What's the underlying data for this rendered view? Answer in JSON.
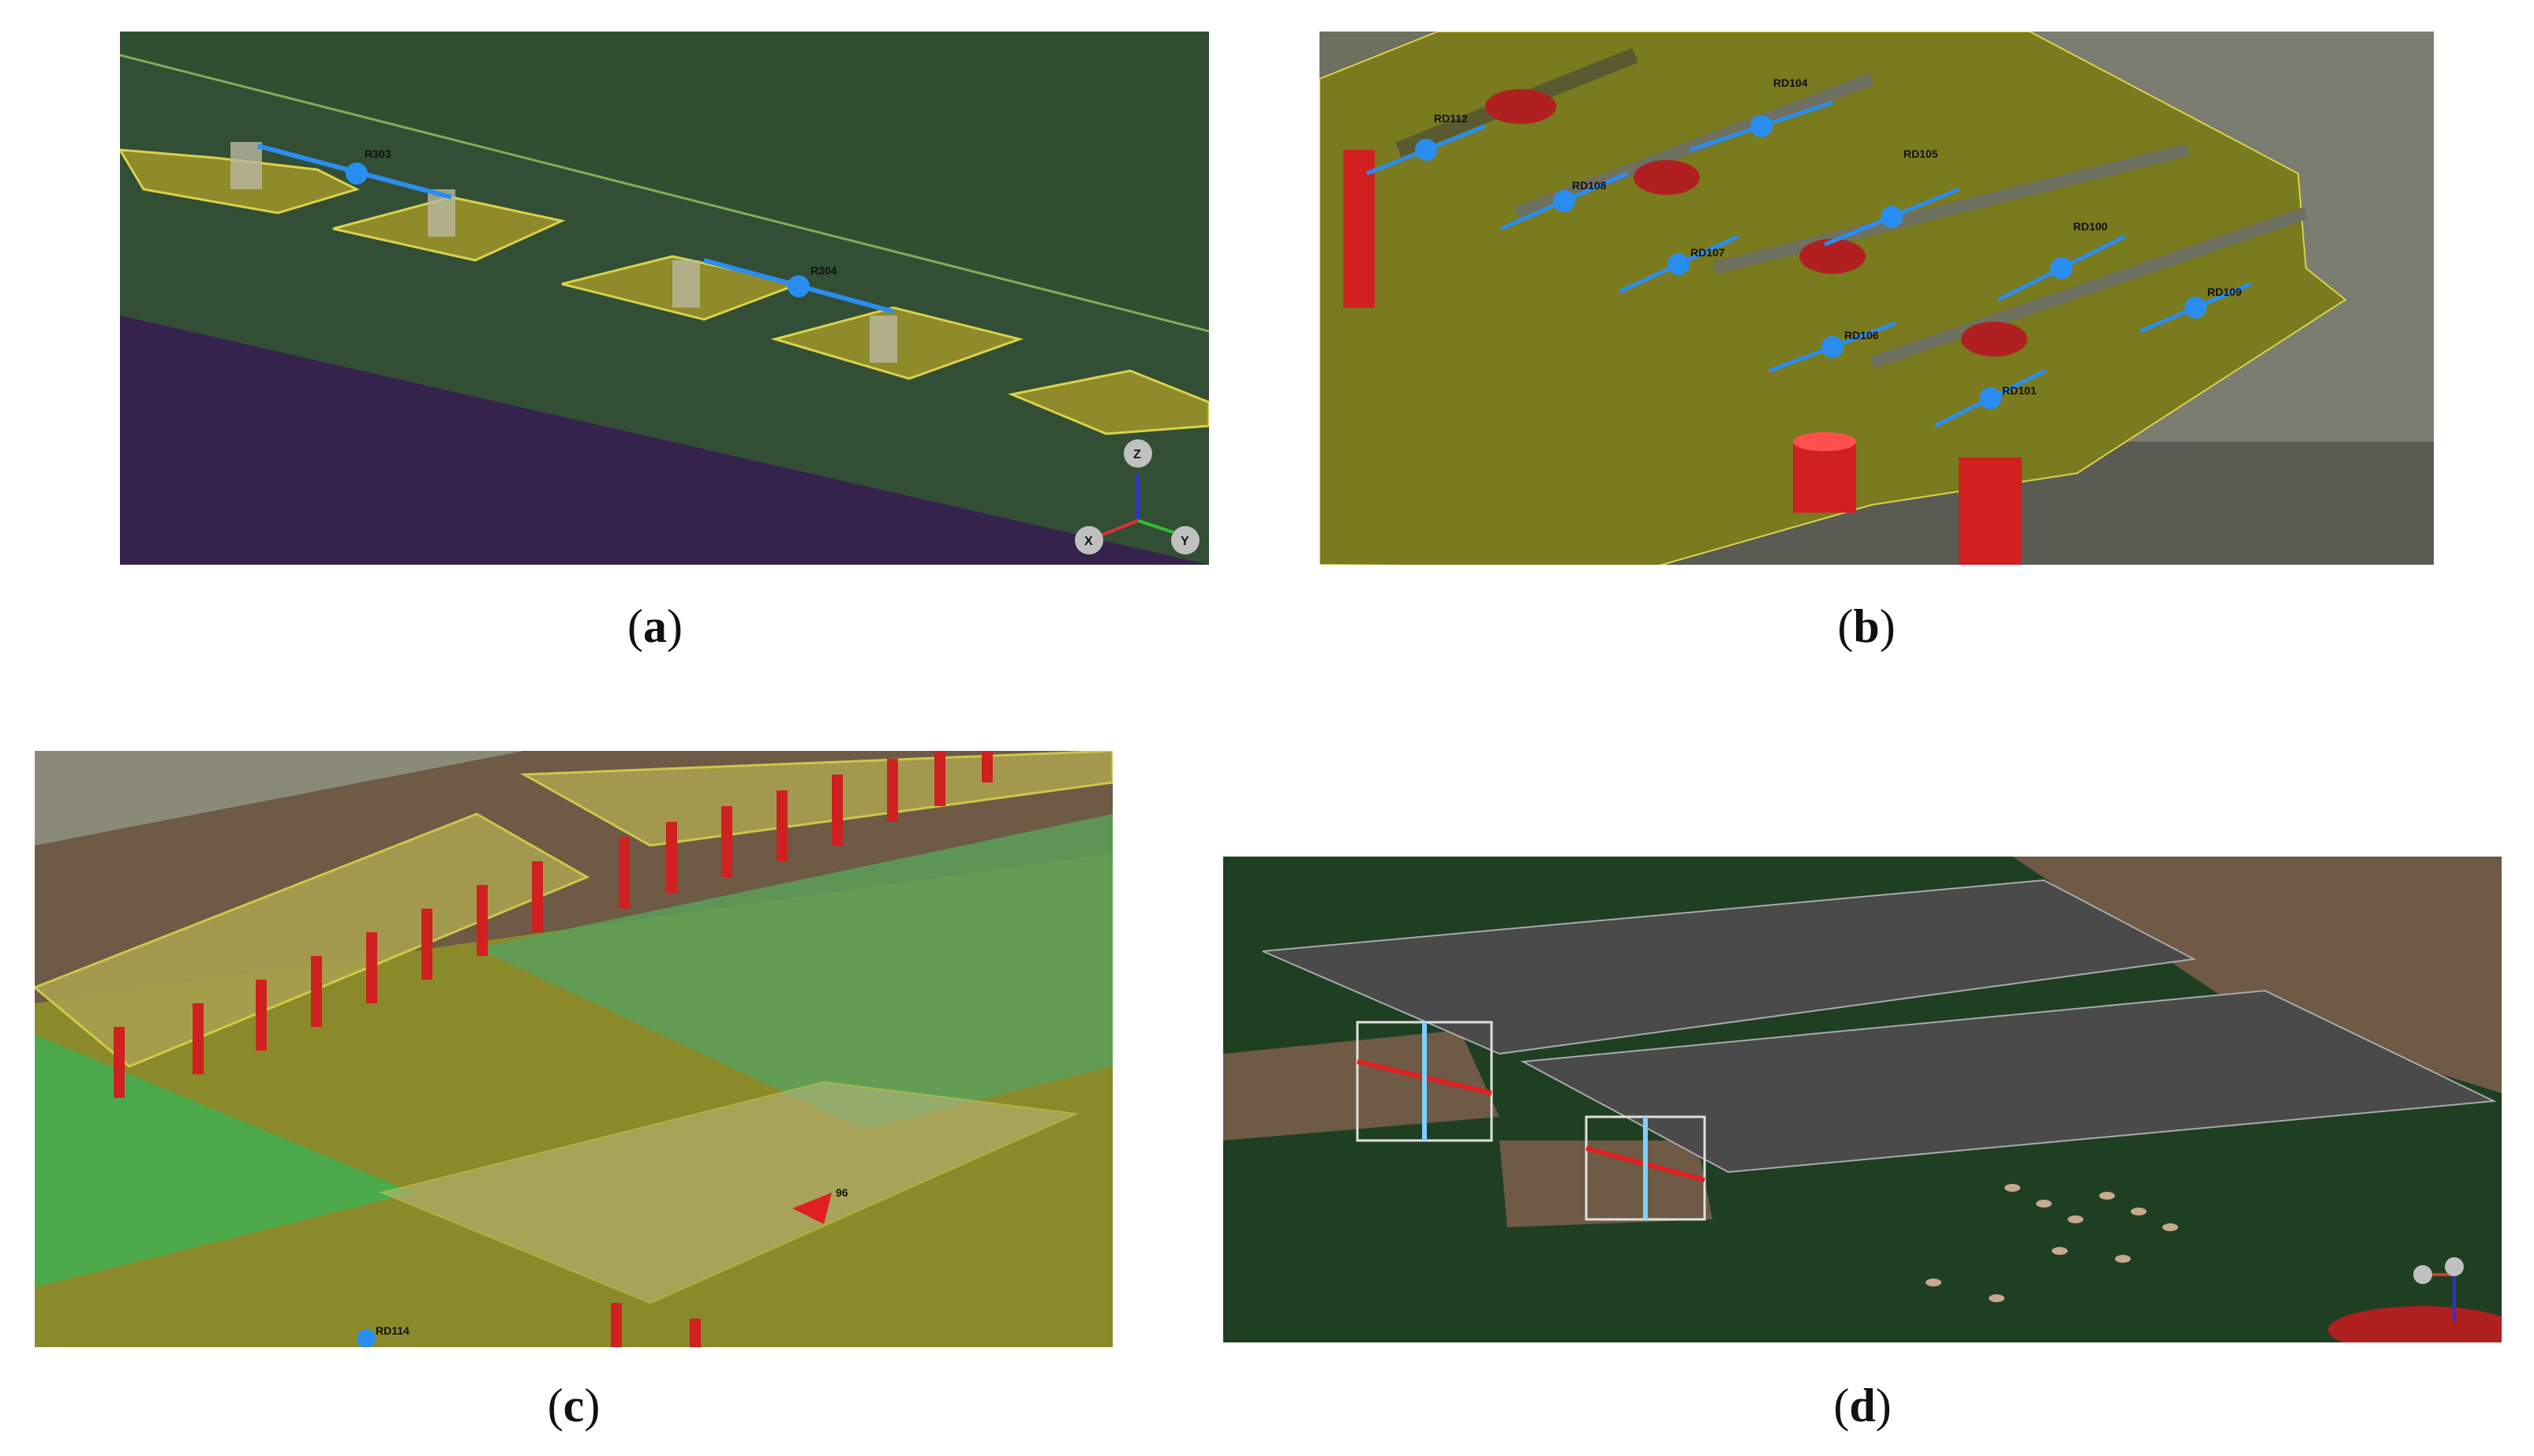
{
  "figure": {
    "panels": [
      {
        "id": "a",
        "caption_letter": "a",
        "port_labels": [
          "R303",
          "R304"
        ],
        "triad": {
          "z": "Z",
          "x": "X",
          "y": "Y"
        }
      },
      {
        "id": "b",
        "caption_letter": "b",
        "port_labels": [
          "RD104",
          "RD112",
          "RD105",
          "RD108",
          "RD100",
          "RD107",
          "RD109",
          "RD106",
          "RD101"
        ]
      },
      {
        "id": "c",
        "caption_letter": "c",
        "port_labels": [
          "96",
          "RD114"
        ]
      },
      {
        "id": "d",
        "caption_letter": "d",
        "port_labels": []
      }
    ]
  },
  "colors": {
    "board_dark_green": "#2c4a2e",
    "board_olive": "#7a7a1e",
    "pad_yellow": "#8f8a2a",
    "pad_edge": "#d9d24a",
    "via_red": "#d02020",
    "port_blue": "#2a8ef0",
    "brown": "#6e5a45",
    "purple": "#35234e",
    "gray_plate": "#4a4a4a"
  }
}
